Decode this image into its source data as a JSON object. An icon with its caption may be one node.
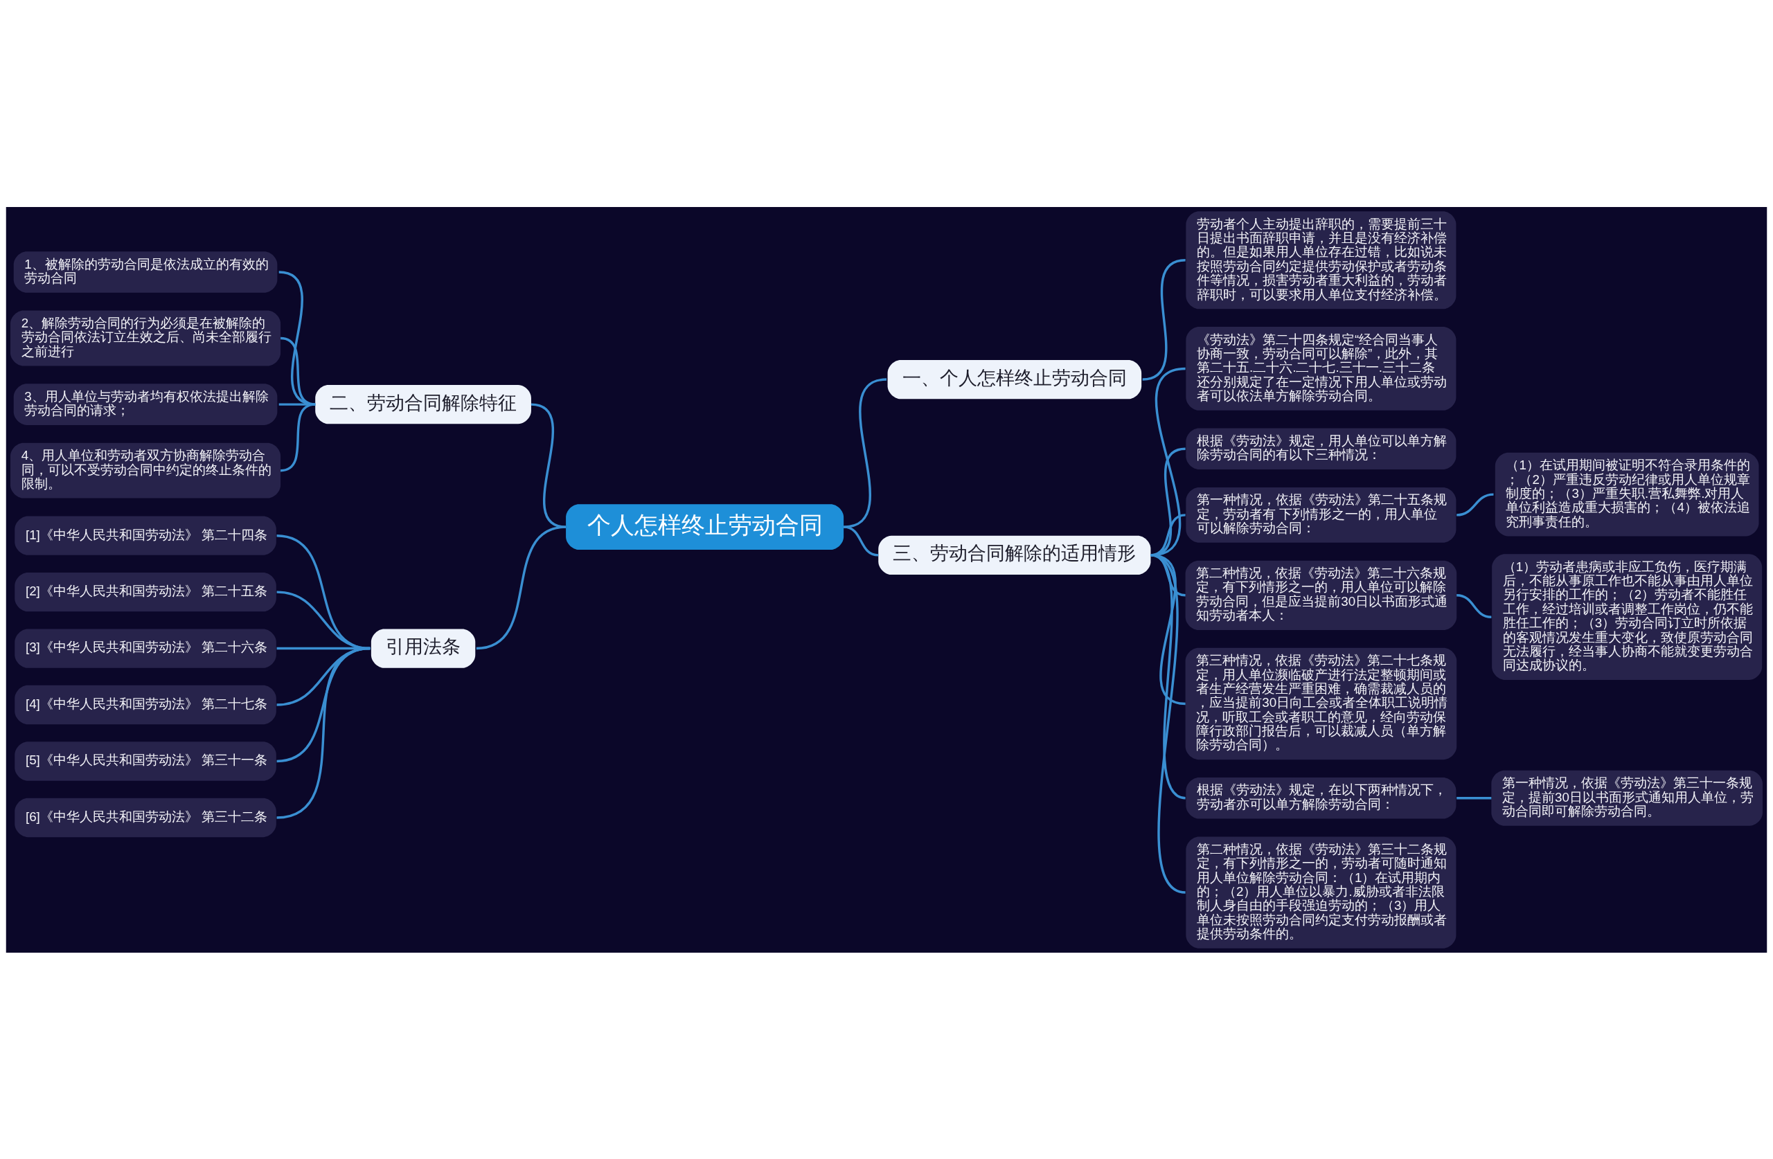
{
  "diagram": {
    "nodes": [
      {
        "text": [
          "个人怎样终止劳动合同"
        ]
      },
      {
        "text": [
          "一、个人怎样终止劳动合同"
        ]
      },
      {
        "text": [
          "劳动者个人主动提出辞职的，需要提前三十日提出书面辞职申请，并且是没有经济补偿的。但是如果用人单位存在过错，比如说未按照劳动合同约定提供劳动保护或者劳动条件等情况，损害劳动者重大利益的，劳动者辞职时，可以要求用人单位支付经济补偿。"
        ]
      },
      {
        "text": [
          "三、劳动合同解除的适用情形"
        ]
      },
      {
        "text": [
          "《劳动法》第二十四条规定“经合同当事人协商一致，劳动合同可以解除”，此外，其第二十五.二十六.二十七.三十一.三十二条还分别规定了在一定情况下用人单位或劳动者可以依法单方解除劳动合同。"
        ]
      },
      {
        "text": [
          "根据《劳动法》规定，用人单位可以单方解除劳动合同的有以下三种情况："
        ]
      },
      {
        "text": [
          "第一种情况，依据《劳动法》第二十五条规定，劳动者有 下列情形之一的，用人单位可以解除劳动合同："
        ]
      },
      {
        "text": [
          "（1）在试用期间被证明不符合录用条件的；（2）严重违反劳动纪律或用人单位规章制度的；（3）严重失职.营私舞弊.对用人单位利益造成重大损害的；（4）被依法追究刑事责任的。"
        ]
      },
      {
        "text": [
          "第二种情况，依据《劳动法》第二十六条规定，有下列情形之一的，用人单位可以解除劳动合同，但是应当提前30日以书面形式通知劳动者本人："
        ]
      },
      {
        "text": [
          "（1）劳动者患病或非应工负伤，医疗期满后，不能从事原工作也不能从事由用人单位另行安排的工作的；（2）劳动者不能胜任工作，经过培训或者调整工作岗位，仍不能胜任工作的；（3）劳动合同订立时所依据的客观情况发生重大变化，致使原劳动合同无法履行，经当事人协商不能就变更劳动合同达成协议的。"
        ]
      },
      {
        "text": [
          "第三种情况，依据《劳动法》第二十七条规定，用人单位濒临破产进行法定整顿期间或者生产经营发生严重困难，确需裁减人员的，应当提前30日向工会或者全体职工说明情况，听取工会或者职工的意见，经向劳动保障行政部门报告后，可以裁减人员（单方解除劳动合同）。"
        ]
      },
      {
        "text": [
          "根据《劳动法》规定，在以下两种情况下，劳动者亦可以单方解除劳动合同："
        ]
      },
      {
        "text": [
          "第一种情况，依据《劳动法》第三十一条规定，提前30日以书面形式通知用人单位，劳动合同即可解除劳动合同。"
        ]
      },
      {
        "text": [
          "第二种情况，依据《劳动法》第三十二条规定，有下列情形之一的，劳动者可随时通知用人单位解除劳动合同：（1）在试用期内的；（2）用人单位以暴力.威胁或者非法限制人身自由的手段强迫劳动的；（3）用人单位未按照劳动合同约定支付劳动报酬或者提供劳动条件的。"
        ]
      },
      {
        "text": [
          "二、劳动合同解除特征"
        ]
      },
      {
        "text": [
          "1、被解除的劳动合同是依法成立的有效的劳动合同"
        ]
      },
      {
        "text": [
          "2、解除劳动合同的行为必须是在被解除的劳动合同依法订立生效之后、尚未全部履行之前进行"
        ]
      },
      {
        "text": [
          "3、用人单位与劳动者均有权依法提出解除劳动合同的请求；"
        ]
      },
      {
        "text": [
          "4、用人单位和劳动者双方协商解除劳动合同，可以不受劳动合同中约定的终止条件的限制。"
        ]
      },
      {
        "text": [
          "引用法条"
        ]
      },
      {
        "text": [
          "[1]《中华人民共和国劳动法》 第二十四条"
        ]
      },
      {
        "text": [
          "[2]《中华人民共和国劳动法》 第二十五条"
        ]
      },
      {
        "text": [
          "[3]《中华人民共和国劳动法》 第二十六条"
        ]
      },
      {
        "text": [
          "[4]《中华人民共和国劳动法》 第二十七条"
        ]
      },
      {
        "text": [
          "[5]《中华人民共和国劳动法》 第三十一条"
        ]
      },
      {
        "text": [
          "[6]《中华人民共和国劳动法》 第三十二条"
        ]
      }
    ],
    "edges": [
      {
        "from": 0,
        "to": 1,
        "arrow": "none"
      },
      {
        "from": 1,
        "to": 2,
        "arrow": "none"
      },
      {
        "from": 0,
        "to": 3,
        "arrow": "none"
      },
      {
        "from": 3,
        "to": 4,
        "arrow": "none"
      },
      {
        "from": 3,
        "to": 5,
        "arrow": "none"
      },
      {
        "from": 3,
        "to": 6,
        "arrow": "none"
      },
      {
        "from": 6,
        "to": 7,
        "arrow": "none"
      },
      {
        "from": 3,
        "to": 8,
        "arrow": "none"
      },
      {
        "from": 8,
        "to": 9,
        "arrow": "none"
      },
      {
        "from": 3,
        "to": 10,
        "arrow": "none"
      },
      {
        "from": 3,
        "to": 11,
        "arrow": "none"
      },
      {
        "from": 11,
        "to": 12,
        "arrow": "none"
      },
      {
        "from": 3,
        "to": 13,
        "arrow": "none"
      },
      {
        "from": 14,
        "to": 0,
        "arrow": "none"
      },
      {
        "from": 15,
        "to": 14,
        "arrow": "none"
      },
      {
        "from": 16,
        "to": 14,
        "arrow": "none"
      },
      {
        "from": 17,
        "to": 14,
        "arrow": "none"
      },
      {
        "from": 18,
        "to": 14,
        "arrow": "none"
      },
      {
        "from": 19,
        "to": 0,
        "arrow": "none"
      },
      {
        "from": 20,
        "to": 19,
        "arrow": "none"
      },
      {
        "from": 21,
        "to": 19,
        "arrow": "none"
      },
      {
        "from": 22,
        "to": 19,
        "arrow": "none"
      },
      {
        "from": 23,
        "to": 19,
        "arrow": "none"
      },
      {
        "from": 24,
        "to": 19,
        "arrow": "none"
      },
      {
        "from": 25,
        "to": 19,
        "arrow": "none"
      }
    ]
  }
}
